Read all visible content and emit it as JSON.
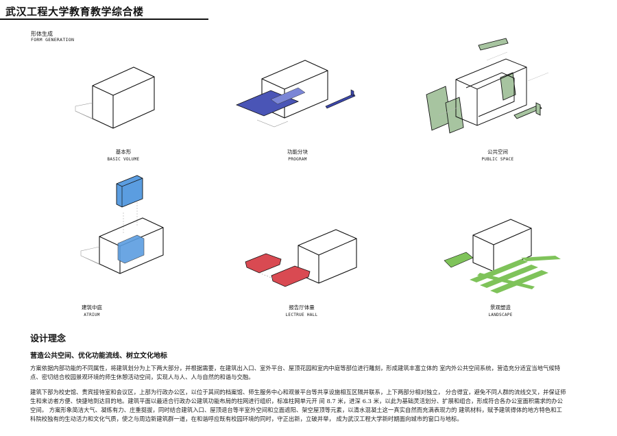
{
  "header": {
    "title": "武汉工程大学教育教学综合楼"
  },
  "section": {
    "title_cn": "形体生成",
    "title_en": "FORM GENERATION"
  },
  "steps": [
    {
      "cn": "基本形",
      "en": "BASIC VOLUME"
    },
    {
      "cn": "功能分块",
      "en": "PROGRAM"
    },
    {
      "cn": "公共空间",
      "en": "PUBLIC SPACE"
    },
    {
      "cn": "建筑中庭",
      "en": "ATRIUM"
    },
    {
      "cn": "报告厅体量",
      "en": "LECTRUE HALL"
    },
    {
      "cn": "景观塑造",
      "en": "LANDSCAPE"
    }
  ],
  "colors": {
    "program": "#4a55b6",
    "public": "#a7c4a0",
    "atrium": "#5b9de0",
    "hall": "#d94a52",
    "landscape": "#7fc35a"
  },
  "concept": {
    "heading": "设计理念",
    "subheading": "营造公共空间、优化功能流线、树立文化地标",
    "para1": "方案依据内部功能的不同属性，将建筑划分为上下两大部分，并根据需要，在建筑出入口、室外平台、屋顶花园和室内中庭等部位进行雕刻，形成建筑丰富立体的 室内外公共空间系统，营造充分适宜当地气候特点、密切结合校园景观环境的师生休憩活动空间，实现人与人、人与自然的和谐与交融。",
    "para2": "建筑下部为校史馆、贵宾接待室和会议区，上部为行政办公区，以位于其间的档案馆、师生服务中心和观景平台等共享设施相互区隔并联系，上下两部分相对独立， 分合得宜，避免不同人群的流线交叉，并保证师生和来访者方便、快捷地到达目的地。建筑平面以最适合行政办公建筑功能布局的柱网进行组织，标准柱网单元开 间 8.7 米，进深 6.3 米，以此为基础灵活划分、扩展和组合，形成符合各办公室面积需求的办公空间。 方案形象简洁大气、凝练有力、庄重挺拔，同时结合建筑入口、屋顶退台等半室外空间和立面遮阳、架空屋顶等元素，以清水混凝土这一真实自然而充满表现力的 建筑材料，赋予建筑得体的地方特色和工科院校独有的生动活力和文化气质，使之与周边新建筑群一道，在和谐呼应既有校园环境的同时，守正出新，立破并举， 成为武汉工程大学新时期面向城市的窗口与地标。"
  }
}
